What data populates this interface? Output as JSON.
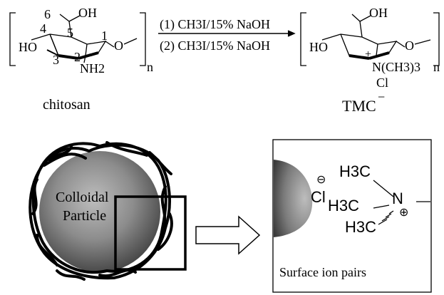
{
  "reaction": {
    "step1": "(1) CH3I/15% NaOH",
    "step2": "(2) CH3I/15% NaOH",
    "reactant_name": "chitosan",
    "product_name": "TMC"
  },
  "chitosan_structure": {
    "oh_label": "OH",
    "ho_label": "HO",
    "nh2_label": "NH2",
    "o_label": "O",
    "repeat_n": "n",
    "carbon_numbers": [
      "6",
      "4",
      "5",
      "1",
      "3",
      "2"
    ]
  },
  "tmc_structure": {
    "oh_label": "OH",
    "ho_label": "HO",
    "o_label": "O",
    "plus_sign": "+",
    "amine_label": "N(CH3)3",
    "chloride_label": "Cl",
    "minus_sign": "−",
    "repeat_n": "n"
  },
  "particle": {
    "label_line1": "Colloidal",
    "label_line2": "Particle"
  },
  "inset": {
    "caption": "Surface ion pairs",
    "chloride": "Cl",
    "chloride_charge": "⊖",
    "methyl_top": "H3C",
    "methyl_mid": "H3C",
    "methyl_bottom": "H3C",
    "nitrogen": "N",
    "nitrogen_charge": "⊕"
  }
}
